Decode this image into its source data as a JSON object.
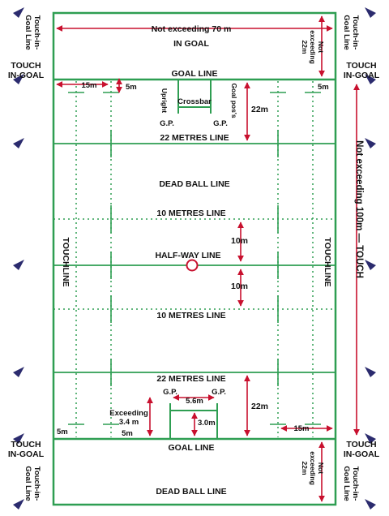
{
  "colors": {
    "field_line": "#2e9e52",
    "dimension_arrow": "#c8102e",
    "flag": "#2b2b6e",
    "background": "#ffffff"
  },
  "top": {
    "width_note": "Not exceeding 70 m",
    "in_goal": "IN GOAL",
    "in_goal_depth_line1": "Not",
    "in_goal_depth_line2": "exceeding",
    "in_goal_depth_line3": "22m",
    "touch_in_goal_line_left_1": "Touch-in-",
    "touch_in_goal_line_left_2": "Goal Line",
    "touch_in_goal_line_right_1": "Touch-in-",
    "touch_in_goal_line_right_2": "Goal Line",
    "touch_in_goal_left_1": "TOUCH",
    "touch_in_goal_left_2": "IN-GOAL",
    "touch_in_goal_right_1": "TOUCH",
    "touch_in_goal_right_2": "IN-GOAL",
    "goal_line": "GOAL LINE",
    "dim_15m": "15m",
    "dim_5m_left": "5m",
    "dim_5m_right": "5m",
    "crossbar": "Crossbar",
    "upright": "Upright",
    "goal_posts": "Goal pos's",
    "gp_left": "G.P.",
    "gp_right": "G.P.",
    "dim_22m": "22m",
    "line_22m": "22 METRES LINE"
  },
  "middle": {
    "dead_ball_line": "DEAD BALL LINE",
    "ten_metres_line_top": "10 METRES LINE",
    "half_way_line": "HALF-WAY LINE",
    "ten_metres_line_bottom": "10 METRES LINE",
    "dim_10m_top": "10m",
    "dim_10m_bottom": "10m",
    "touchline_left": "TOUCHLINE",
    "touchline_right": "TOUCHLINE",
    "length_note": "Not exceeding 100m — TOUCH"
  },
  "bottom": {
    "line_22m": "22 METRES LINE",
    "dim_22m": "22m",
    "gp_left": "G.P.",
    "gp_right": "G.P.",
    "dim_5_6m": "5.6m",
    "exceeding": "Exceeding",
    "dim_3_4m": "3.4 m",
    "dim_5m_mid": "5m",
    "dim_3_0m": "3.0m",
    "dim_5m_left": "5m",
    "dim_15m": "15m",
    "touch_in_goal_left_1": "TOUCH",
    "touch_in_goal_left_2": "IN-GOAL",
    "touch_in_goal_right_1": "TOUCH",
    "touch_in_goal_right_2": "IN-GOAL",
    "goal_line": "GOAL LINE",
    "touch_in_goal_line_left_1": "Touch-in-",
    "touch_in_goal_line_left_2": "Goal Line",
    "in_goal_depth_line1": "Not",
    "in_goal_depth_line2": "exceeding",
    "in_goal_depth_line3": "22m",
    "touch_in_goal_line_right_1": "Touch-in-",
    "touch_in_goal_line_right_2": "Goal Line",
    "dead_ball_line": "DEAD BALL LINE"
  }
}
